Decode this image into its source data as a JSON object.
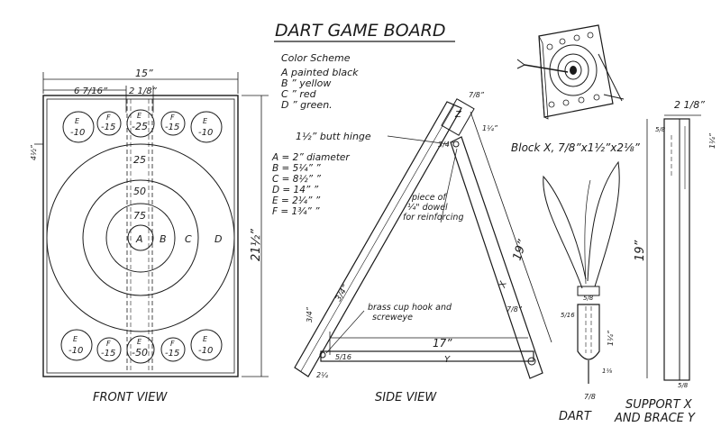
{
  "title": "DART GAME BOARD",
  "color_scheme": {
    "heading": "Color Scheme",
    "items": [
      "A painted black",
      "B  ”  yellow",
      "C  ”  red",
      "D  ”  green."
    ]
  },
  "hinge_label": "1½” butt hinge",
  "diameters": [
    "A = 2” diameter",
    "B = 5¼”  ”",
    "C = 8½”  ”",
    "D = 14”  ”",
    "E = 2¼”  ”",
    "F = 1¾”  ”"
  ],
  "front_view": {
    "label": "FRONT VIEW",
    "dim_width": "15”",
    "dim_left": "6 7/16”",
    "dim_center": "2 1/8”",
    "dim_height": "21½”",
    "dim_margin": "4½”",
    "scores": [
      "25",
      "50",
      "75"
    ],
    "ring_letters": [
      "A",
      "B",
      "C",
      "D"
    ],
    "top_circles": [
      {
        "letter": "E",
        "value": "-10"
      },
      {
        "letter": "F",
        "value": "-15"
      },
      {
        "letter": "E",
        "value": "-25"
      },
      {
        "letter": "F",
        "value": "-15"
      },
      {
        "letter": "E",
        "value": "-10"
      }
    ],
    "bottom_circles": [
      {
        "letter": "E",
        "value": "-10"
      },
      {
        "letter": "F",
        "value": "-15"
      },
      {
        "letter": "E",
        "value": "-50"
      },
      {
        "letter": "F",
        "value": "-15"
      },
      {
        "letter": "E",
        "value": "-10"
      }
    ]
  },
  "side_view": {
    "label": "SIDE VIEW",
    "dim_top": "7/8”",
    "dim_top2": "1¼”",
    "dim_side": "3/4”",
    "dim_length": "19”",
    "dim_brace": "17”",
    "dim_x": "7/8”",
    "dim_left_lower": "3/4”",
    "dim_foot": "2¼",
    "dim_foot2": "5/16",
    "dowel_note": "piece of ¼” dowel for reinforcing",
    "hook_note": "brass cup hook and screweye",
    "letter_x": "X",
    "letter_y": "Y",
    "letter_z": "Z"
  },
  "block_x": "Block X, 7/8”x1½”x2⅛”",
  "dart": {
    "label": "DART",
    "dim_a": "5/8",
    "dim_b": "1¼”",
    "dim_c": "5/16",
    "dim_d": "1⅛",
    "dim_e": "7/8"
  },
  "support": {
    "label_line1": "SUPPORT X",
    "label_line2": "AND BRACE Y",
    "dim_width": "2 1/8”",
    "dim_length": "19”",
    "dim_top": "1¼”",
    "dim_small": "5/8",
    "dim_bottom": "5/8"
  }
}
